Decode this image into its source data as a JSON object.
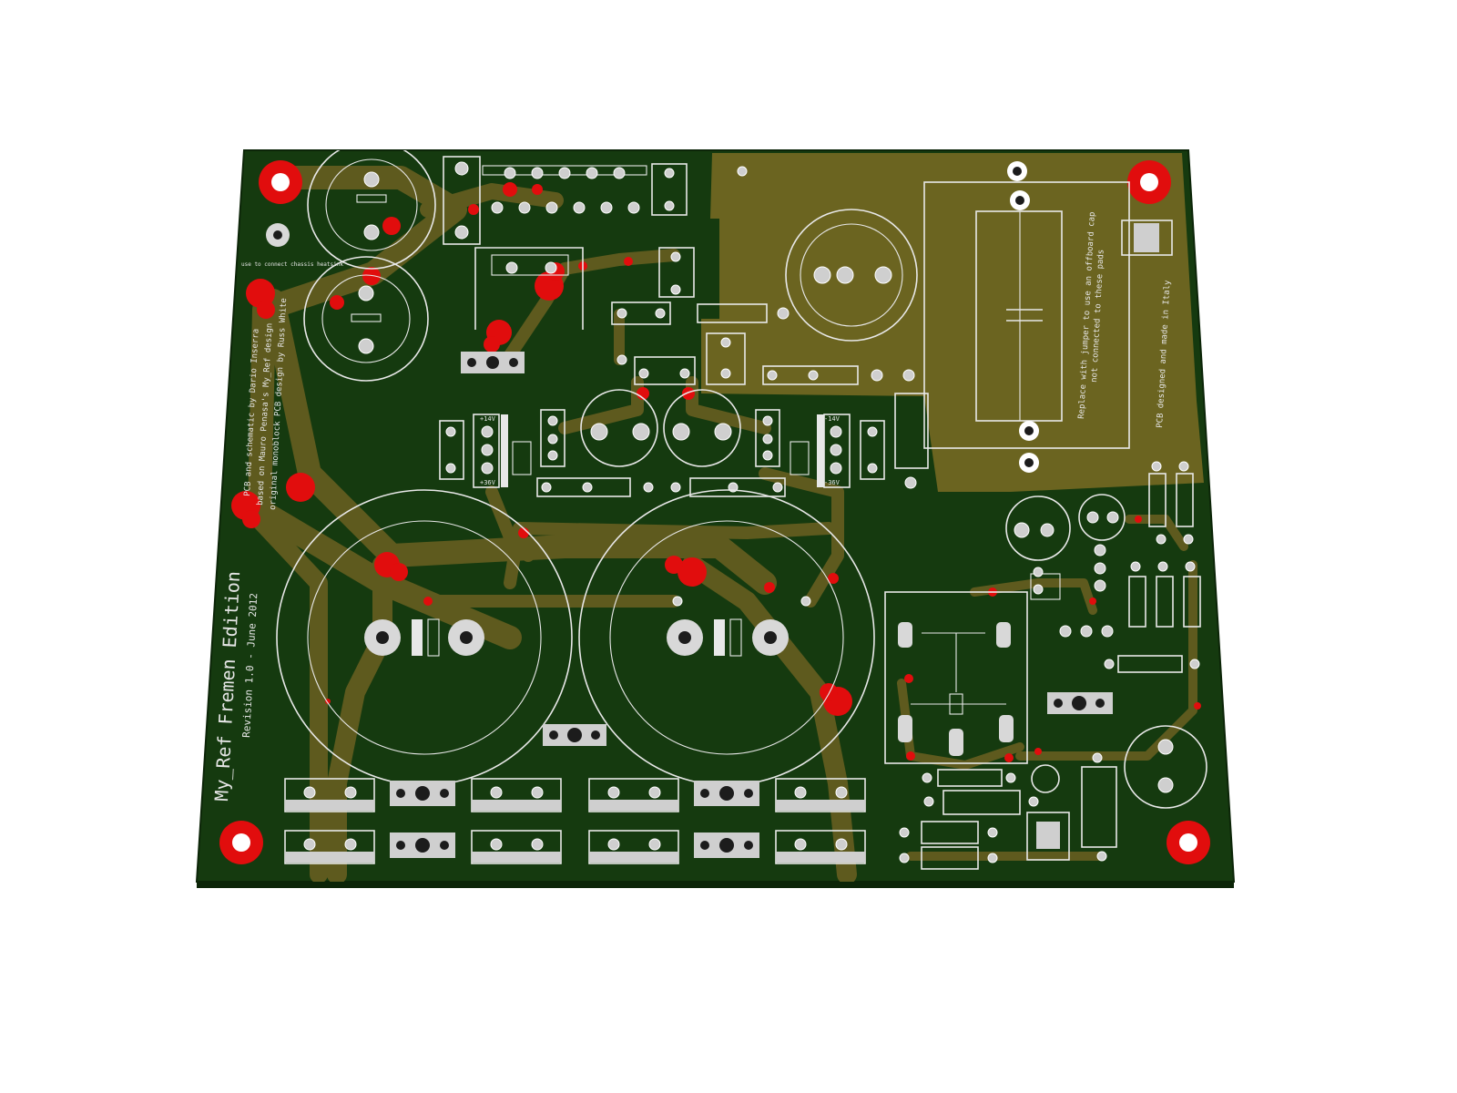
{
  "board": {
    "title": "My_Ref Fremen Edition",
    "revision": "Revision 1.0 - June 2012",
    "credits": [
      "PCB and schematic by Dario Inserra",
      "based on Mauro Penasa's My_Ref design",
      "original monoblock PCB design by Russ White"
    ],
    "chassis_note": "use to connect chassis heatsink",
    "bypass_note_1": "Replace with jumper to use an offboard cap",
    "bypass_note_2": "not connected to these pads",
    "made_note": "PCB designed and made in Italy",
    "reg_labels": [
      "+14V",
      "-14V",
      "+36V",
      "-36V"
    ]
  },
  "colors": {
    "background": "#ffffff",
    "board": "#153a0f",
    "board_edge": "#0c2508",
    "copper_trace": "#5e5a1e",
    "copper_pour": "#6b6420",
    "silkscreen": "#e8e8e8",
    "pad": "#cfcfcf",
    "solder": "#e10d0d"
  }
}
